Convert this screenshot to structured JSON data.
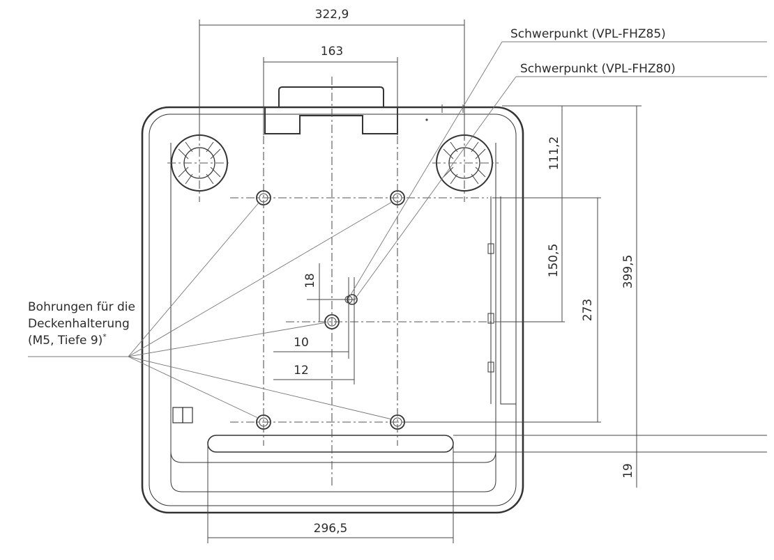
{
  "dimensions": {
    "feet_spacing": "322,9",
    "hole_spacing_top": "163",
    "front_to_holes": "111,2",
    "holes_to_center": "150,5",
    "total_depth": "399,5",
    "hole_rows_spacing": "273",
    "cg_offset_vertical": "18",
    "cg_offset_10": "10",
    "cg_offset_12": "12",
    "rear_offset": "19",
    "hole_spacing_bottom": "296,5"
  },
  "labels": {
    "cg_fhz85": "Schwerpunkt (VPL-FHZ85)",
    "cg_fhz80": "Schwerpunkt (VPL-FHZ80)",
    "mount_holes_line1": "Bohrungen für die",
    "mount_holes_line2": "Deckenhalterung",
    "mount_holes_line3": "(M5, Tiefe 9)",
    "mount_holes_note": "*"
  }
}
